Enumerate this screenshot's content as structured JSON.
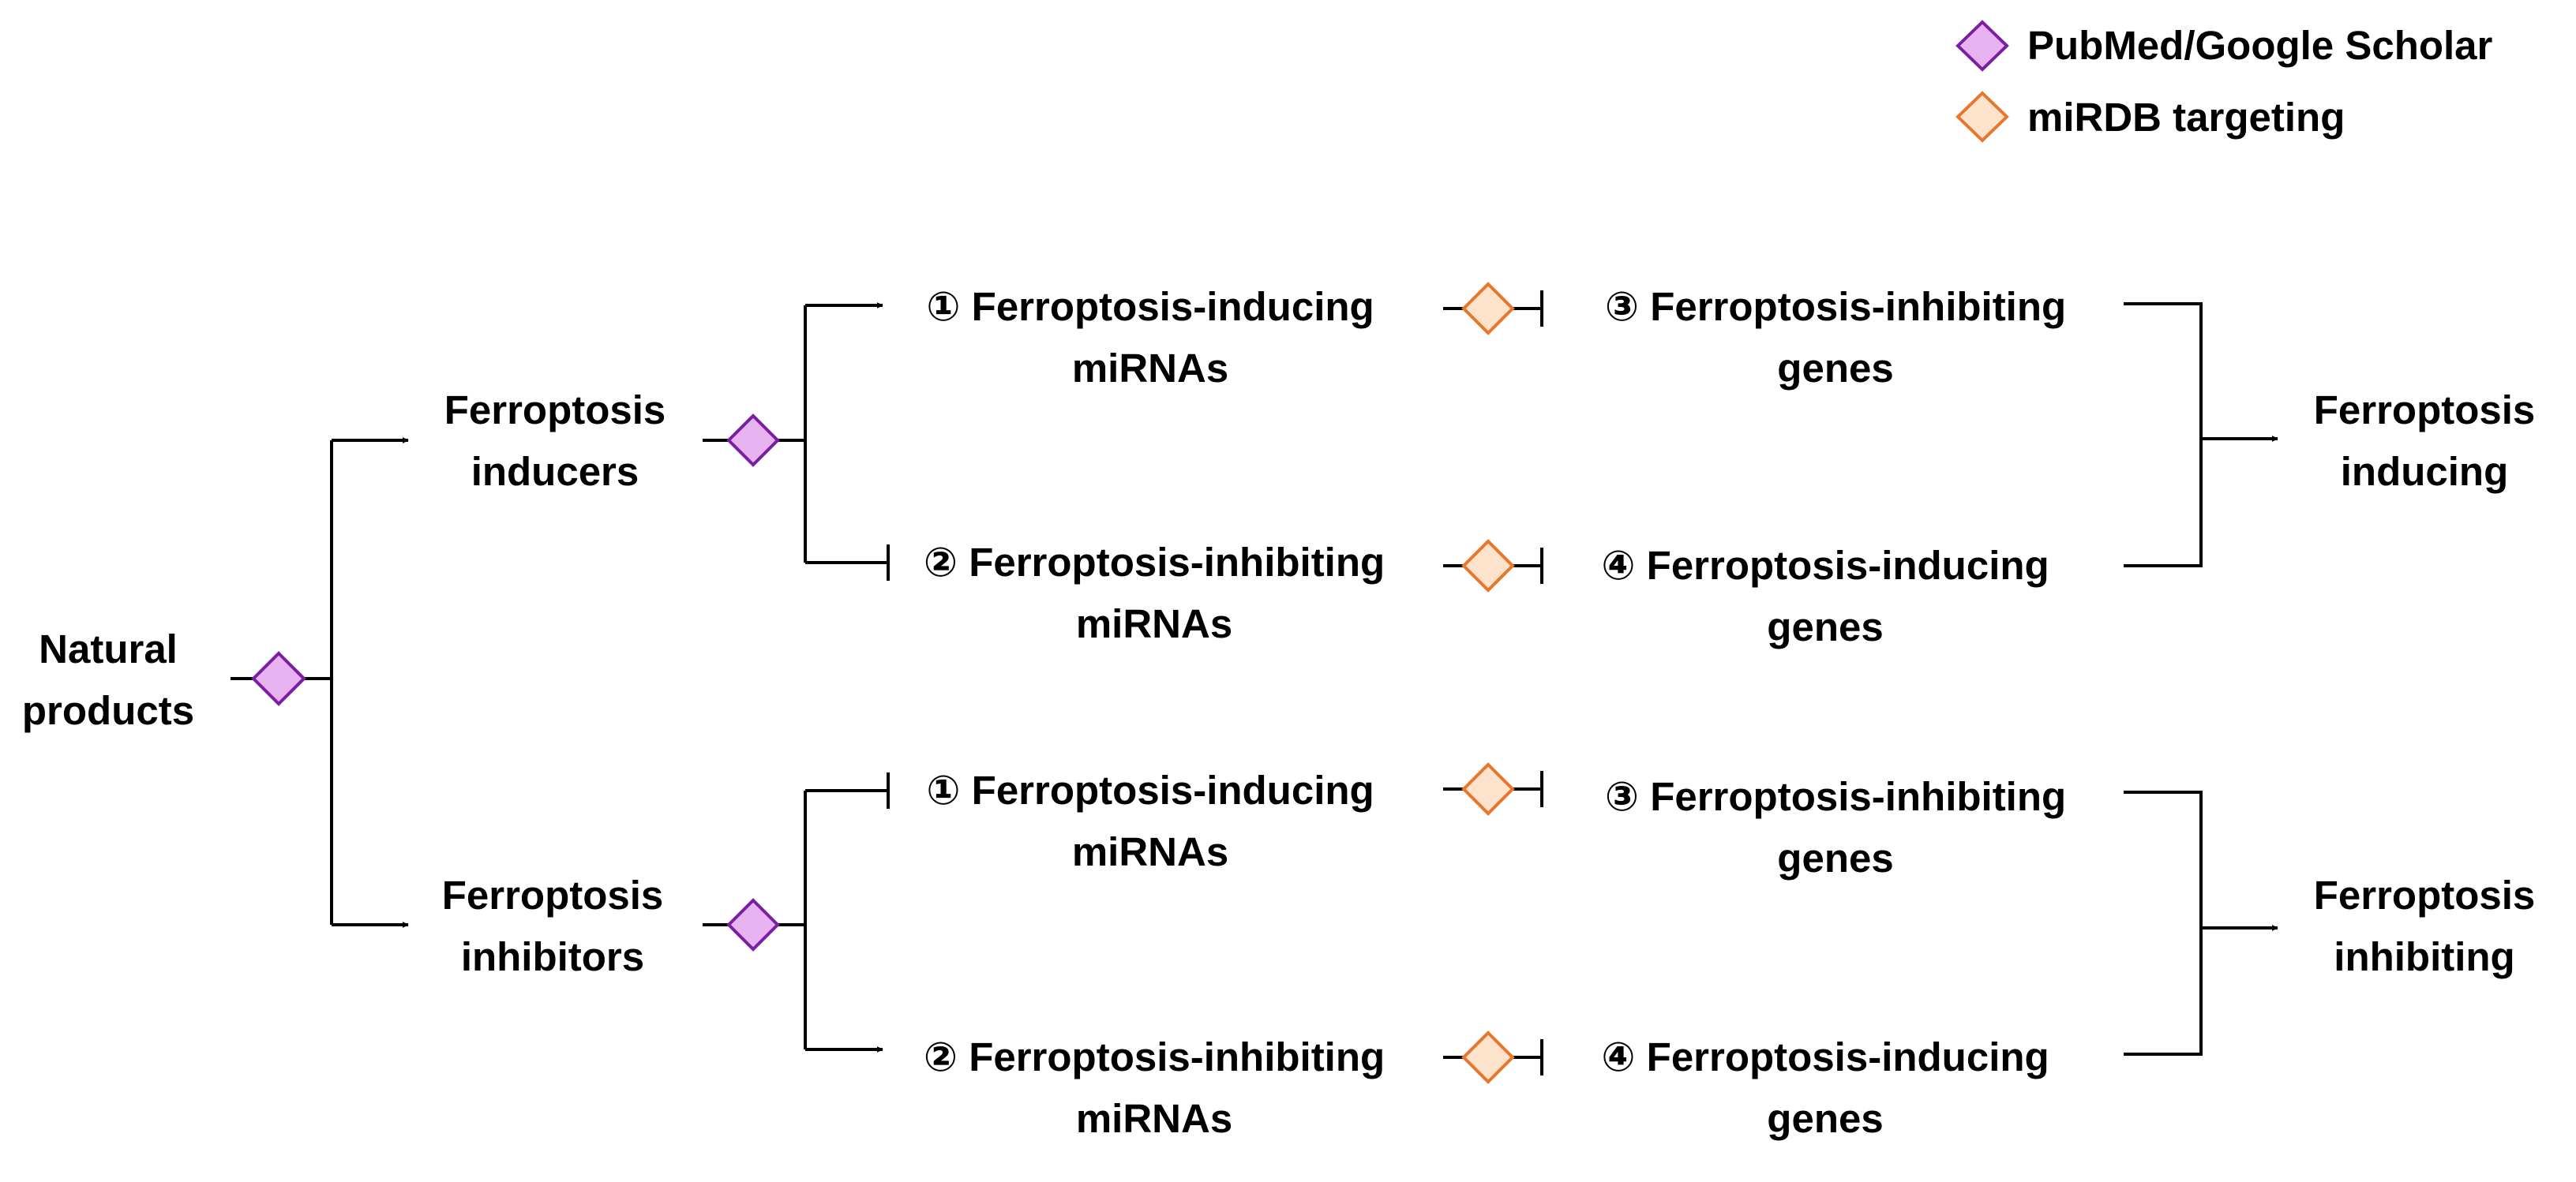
{
  "legend": {
    "items": [
      {
        "label": "PubMed/Google Scholar",
        "fill": "#e6b3f0",
        "stroke": "#7a1fa2"
      },
      {
        "label": "miRDB targeting",
        "fill": "#fde3cc",
        "stroke": "#e8772e"
      }
    ]
  },
  "root": {
    "line1": "Natural",
    "line2": "products"
  },
  "inducers": {
    "line1": "Ferroptosis",
    "line2": "inducers"
  },
  "inhibitors": {
    "line1": "Ferroptosis",
    "line2": "inhibitors"
  },
  "top": {
    "mirna1": {
      "line1": "① Ferroptosis-inducing",
      "line2": "miRNAs"
    },
    "mirna2": {
      "line1": "② Ferroptosis-inhibiting",
      "line2": "miRNAs"
    },
    "gene3": {
      "line1": "③ Ferroptosis-inhibiting",
      "line2": "genes"
    },
    "gene4": {
      "line1": "④ Ferroptosis-inducing",
      "line2": "genes"
    },
    "outcome": {
      "line1": "Ferroptosis",
      "line2": "inducing"
    }
  },
  "bottom": {
    "mirna1": {
      "line1": "① Ferroptosis-inducing",
      "line2": "miRNAs"
    },
    "mirna2": {
      "line1": "② Ferroptosis-inhibiting",
      "line2": "miRNAs"
    },
    "gene3": {
      "line1": "③ Ferroptosis-inhibiting",
      "line2": "genes"
    },
    "gene4": {
      "line1": "④ Ferroptosis-inducing",
      "line2": "genes"
    },
    "outcome": {
      "line1": "Ferroptosis",
      "line2": "inhibiting"
    }
  }
}
